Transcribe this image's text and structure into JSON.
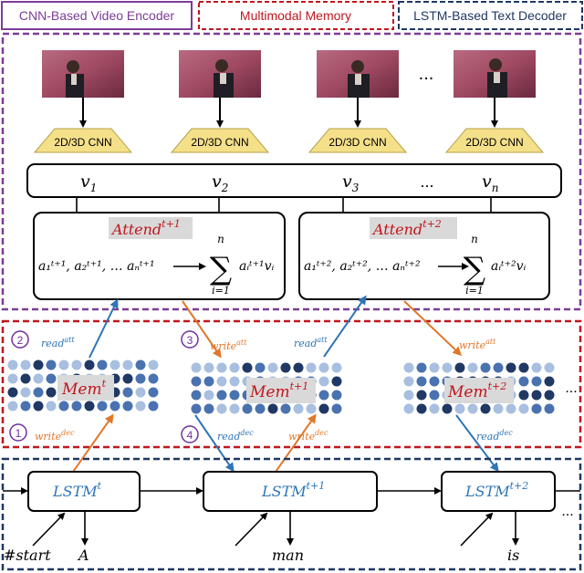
{
  "legend": {
    "encoder": "CNN-Based Video Encoder",
    "memory": "Multimodal Memory",
    "decoder": "LSTM-Based Text Decoder"
  },
  "colors": {
    "encoder": "#7d3c98",
    "memory": "#c0161e",
    "decoder": "#1f3864",
    "read_arrow": "#2e75b6",
    "write_arrow": "#e0782b",
    "cnn_fill": "#f5e08a",
    "dot_dark": "#203864",
    "dot_mid": "#4a72b0",
    "dot_light": "#a8bfe0"
  },
  "encoder": {
    "cnn_labels": [
      "2D/3D CNN",
      "2D/3D CNN",
      "2D/3D CNN",
      "2D/3D CNN"
    ],
    "frame_ellipsis": "...",
    "features": [
      {
        "base": "v",
        "sub": "1"
      },
      {
        "base": "v",
        "sub": "2"
      },
      {
        "base": "v",
        "sub": "3"
      },
      {
        "base": "v",
        "sub": "n"
      }
    ],
    "feature_ellipsis": "...",
    "attend": [
      {
        "label": "Attend",
        "sup": "t+1",
        "weights": "a₁ᵗ⁺¹, a₂ᵗ⁺¹, … aₙᵗ⁺¹",
        "sum_top": "n",
        "sum_symbol": "∑",
        "sum_bottom": "i=1",
        "sum_term": "aᵢᵗ⁺¹vᵢ"
      },
      {
        "label": "Attend",
        "sup": "t+2",
        "weights": "a₁ᵗ⁺², a₂ᵗ⁺², … aₙᵗ⁺²",
        "sum_top": "n",
        "sum_symbol": "∑",
        "sum_bottom": "i=1",
        "sum_term": "aᵢᵗ⁺²vᵢ"
      }
    ]
  },
  "memory": {
    "blocks": [
      {
        "label": "Mem",
        "sup": "t"
      },
      {
        "label": "Mem",
        "sup": "t+1"
      },
      {
        "label": "Mem",
        "sup": "t+2"
      }
    ],
    "ellipsis": "...",
    "steps": [
      "2",
      "3",
      "1",
      "4"
    ],
    "ops": {
      "read_att": {
        "base": "read",
        "sup": "att"
      },
      "write_att": {
        "base": "write",
        "sup": "att"
      },
      "read_dec": {
        "base": "read",
        "sup": "dec"
      },
      "write_dec": {
        "base": "write",
        "sup": "dec"
      }
    }
  },
  "decoder": {
    "cells": [
      {
        "label": "LSTM",
        "sup": "t"
      },
      {
        "label": "LSTM",
        "sup": "t+1"
      },
      {
        "label": "LSTM",
        "sup": "t+2"
      }
    ],
    "inputs": [
      "#start"
    ],
    "outputs": [
      "A",
      "man",
      "is"
    ],
    "ellipsis": "..."
  }
}
